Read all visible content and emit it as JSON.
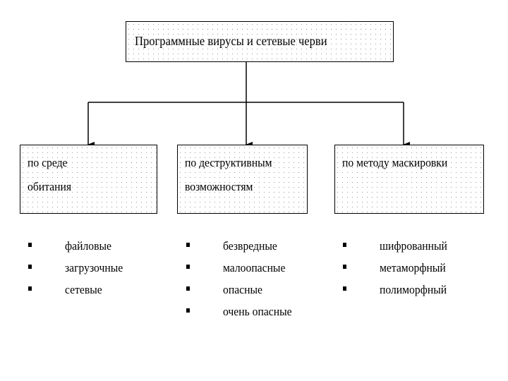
{
  "root": {
    "label": "Программные вирусы и сетевые черви"
  },
  "categories": [
    {
      "label": "по среде\nобитания",
      "items": [
        "файловые",
        "загрузочные",
        "сетевые"
      ]
    },
    {
      "label": "по деструктивным\nвозможностям",
      "items": [
        "безвредные",
        "малоопасные",
        "опасные",
        "очень опасные"
      ]
    },
    {
      "label": "по методу маскировки",
      "items": [
        "шифрованный",
        "метаморфный",
        "полиморфный"
      ]
    }
  ],
  "colors": {
    "line": "#000000",
    "box_fill": "#ffffff",
    "dot": "#9a9a9a"
  }
}
